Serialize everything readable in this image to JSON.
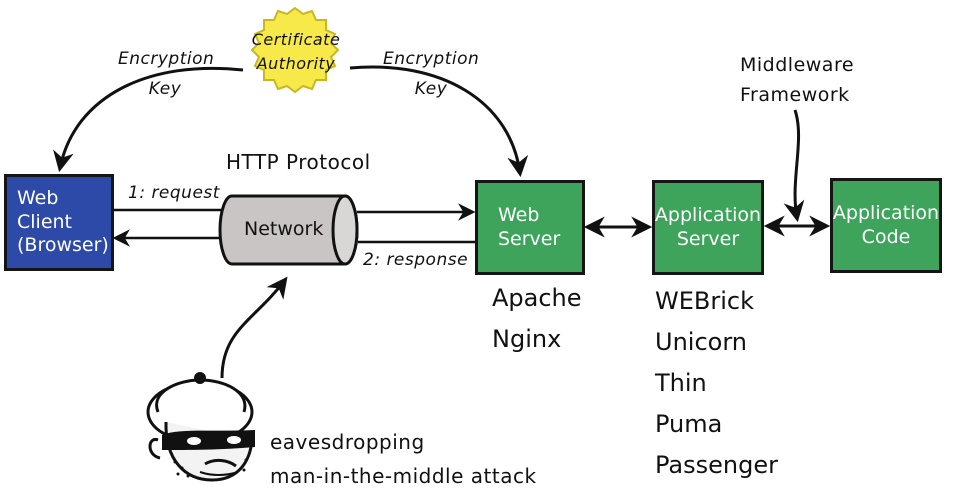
{
  "diagram": {
    "ca": {
      "line1": "Certificate",
      "line2": "Authority"
    },
    "enc_left": {
      "line1": "Encryption",
      "line2": "Key"
    },
    "enc_right": {
      "line1": "Encryption",
      "line2": "Key"
    },
    "middleware": {
      "line1": "Middleware",
      "line2": "Framework"
    },
    "http_protocol": "HTTP Protocol",
    "network": "Network",
    "request": "1: request",
    "response": "2: response",
    "web_client": {
      "line1": "Web",
      "line2": "Client",
      "line3": "(Browser)"
    },
    "web_server": {
      "line1": "Web",
      "line2": "Server"
    },
    "app_server": {
      "line1": "Application",
      "line2": "Server"
    },
    "app_code": {
      "line1": "Application",
      "line2": "Code"
    },
    "web_server_examples": [
      "Apache",
      "Nginx"
    ],
    "app_server_examples": [
      "WEBrick",
      "Unicorn",
      "Thin",
      "Puma",
      "Passenger"
    ],
    "eavesdropping": "eavesdropping",
    "mitm": "man-in-the-middle attack"
  },
  "colors": {
    "box_green": "#3ea45b",
    "box_blue": "#2d4aa8",
    "seal_yellow": "#f7e94a",
    "pipe_gray": "#c9c5c5"
  }
}
